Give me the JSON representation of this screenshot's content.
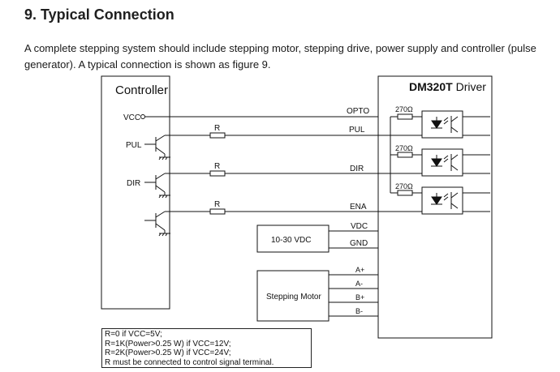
{
  "heading": "9. Typical Connection",
  "intro": "A complete stepping system should include stepping motor, stepping drive, power supply and controller (pulse generator). A typical connection is shown as figure 9.",
  "diagram": {
    "controller_title": "Controller",
    "driver_title_bold": "DM320T",
    "driver_title_rest": " Driver",
    "vcc_label": "VCC",
    "pul_label": "PUL",
    "dir_label": "DIR",
    "resistor_label": "R",
    "opto_label": "OPTO",
    "pul_terminal": "PUL",
    "dir_terminal": "DIR",
    "ena_terminal": "ENA",
    "vdc_terminal": "VDC",
    "gnd_terminal": "GND",
    "a_plus": "A+",
    "a_minus": "A-",
    "b_plus": "B+",
    "b_minus": "B-",
    "internal_resistor": "270Ω",
    "power_supply": "10-30 VDC",
    "motor": "Stepping Motor"
  },
  "notes": [
    "R=0 if VCC=5V;",
    "R=1K(Power>0.25  W) if VCC=12V;",
    "R=2K(Power>0.25  W) if VCC=24V;",
    "R must be connected to control signal terminal."
  ]
}
